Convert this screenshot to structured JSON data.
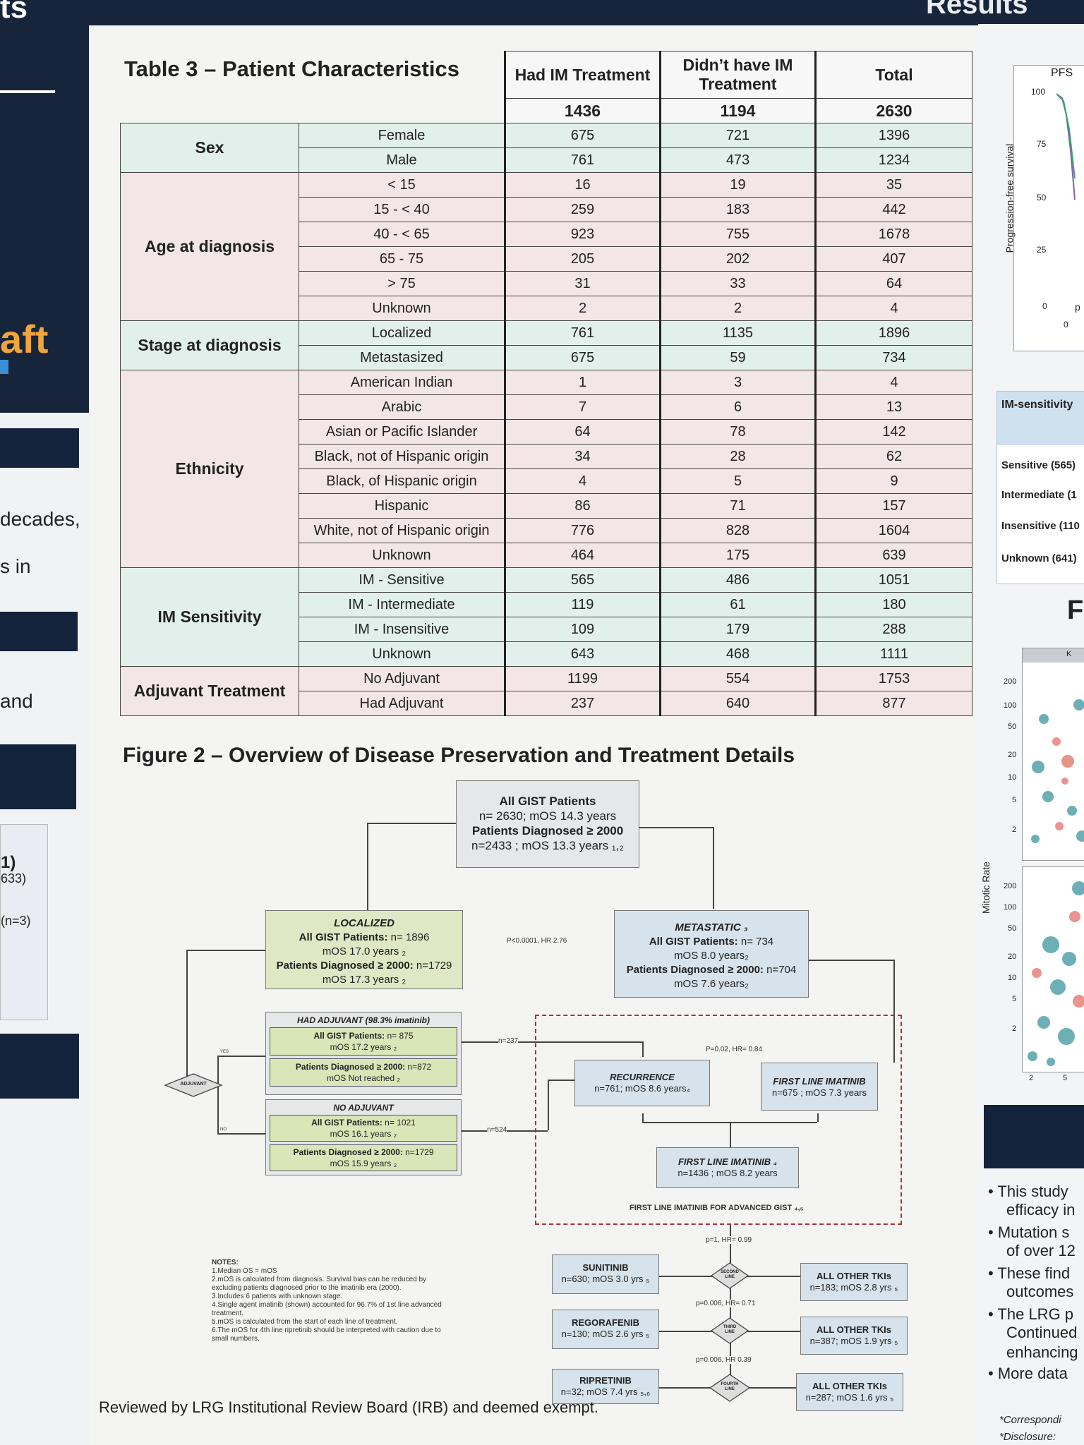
{
  "left": {
    "heading": "ts",
    "accent": "aft",
    "snippets": [
      "decades,",
      "s in",
      "and"
    ],
    "list_bits": [
      "1)",
      "633)",
      "(n=3)"
    ]
  },
  "right": {
    "heading": "Results",
    "pfs_title": "PFS",
    "pfs_ylabel": "Progression-free survival",
    "pfs_yticks": [
      "100",
      "75",
      "50",
      "25",
      "0"
    ],
    "pfs_x0": "0",
    "pfs_p": "p",
    "im_header": "IM-sensitivity",
    "im_rows": [
      "Sensitive (565)",
      "Intermediate (1",
      "Insensitive (110",
      "Unknown (641)"
    ],
    "f_heading": "F",
    "scatter_label": "Mitotic Rate",
    "scatter_ticks_a": [
      "200",
      "100",
      "50",
      "20",
      "10",
      "5",
      "2"
    ],
    "scatter_ticks_b": [
      "200",
      "100",
      "50",
      "20",
      "10",
      "5",
      "2"
    ],
    "scatter_x": [
      "2",
      "5"
    ],
    "scatter_strip": "K",
    "bullets": [
      "This study",
      "efficacy in",
      "Mutation s",
      "of over 12",
      "These find",
      "outcomes",
      "The LRG p",
      "Continued",
      "enhancing",
      "More data"
    ],
    "footnotes": [
      "*Correspondi",
      "*Disclosure:"
    ]
  },
  "table3": {
    "title": "Table 3 – Patient Characteristics",
    "headers": [
      "Had IM Treatment",
      "Didn’t have IM Treatment",
      "Total"
    ],
    "totals": [
      "1436",
      "1194",
      "2630"
    ],
    "groups": [
      {
        "name": "Sex",
        "rows": [
          [
            "Female",
            "675",
            "721",
            "1396"
          ],
          [
            "Male",
            "761",
            "473",
            "1234"
          ]
        ]
      },
      {
        "name": "Age at diagnosis",
        "rows": [
          [
            "< 15",
            "16",
            "19",
            "35"
          ],
          [
            "15 - < 40",
            "259",
            "183",
            "442"
          ],
          [
            "40 - < 65",
            "923",
            "755",
            "1678"
          ],
          [
            "65 - 75",
            "205",
            "202",
            "407"
          ],
          [
            "> 75",
            "31",
            "33",
            "64"
          ],
          [
            "Unknown",
            "2",
            "2",
            "4"
          ]
        ]
      },
      {
        "name": "Stage at diagnosis",
        "rows": [
          [
            "Localized",
            "761",
            "1135",
            "1896"
          ],
          [
            "Metastasized",
            "675",
            "59",
            "734"
          ]
        ]
      },
      {
        "name": "Ethnicity",
        "rows": [
          [
            "American Indian",
            "1",
            "3",
            "4"
          ],
          [
            "Arabic",
            "7",
            "6",
            "13"
          ],
          [
            "Asian or Pacific Islander",
            "64",
            "78",
            "142"
          ],
          [
            "Black, not of Hispanic origin",
            "34",
            "28",
            "62"
          ],
          [
            "Black, of Hispanic origin",
            "4",
            "5",
            "9"
          ],
          [
            "Hispanic",
            "86",
            "71",
            "157"
          ],
          [
            "White, not of Hispanic origin",
            "776",
            "828",
            "1604"
          ],
          [
            "Unknown",
            "464",
            "175",
            "639"
          ]
        ]
      },
      {
        "name": "IM Sensitivity",
        "rows": [
          [
            "IM - Sensitive",
            "565",
            "486",
            "1051"
          ],
          [
            "IM - Intermediate",
            "119",
            "61",
            "180"
          ],
          [
            "IM - Insensitive",
            "109",
            "179",
            "288"
          ],
          [
            "Unknown",
            "643",
            "468",
            "1111"
          ]
        ]
      },
      {
        "name": "Adjuvant Treatment",
        "rows": [
          [
            "No Adjuvant",
            "1199",
            "554",
            "1753"
          ],
          [
            "Had Adjuvant",
            "237",
            "640",
            "877"
          ]
        ]
      }
    ]
  },
  "figure2": {
    "title": "Figure 2 – Overview of Disease Preservation and Treatment Details",
    "all": {
      "l1": "All GIST Patients",
      "l2": "n= 2630; mOS 14.3 years",
      "l3": "Patients Diagnosed ≥ 2000",
      "l4": "n=2433 ; mOS 13.3 years ₁,₂"
    },
    "localized": {
      "t": "LOCALIZED",
      "l1a": "All GIST Patients:",
      "l1b": " n= 1896",
      "l2": "mOS 17.0 years ₂",
      "l3a": "Patients Diagnosed ≥ 2000:",
      "l3b": " n=1729",
      "l4": "mOS 17.3 years ₂"
    },
    "metastatic": {
      "t": "METASTATIC ₃",
      "l1a": "All GIST Patients:",
      "l1b": " n= 734",
      "l2": "mOS 8.0 years₂",
      "l3a": "Patients Diagnosed ≥ 2000:",
      "l3b": " n=704",
      "l4": "mOS 7.6 years₂"
    },
    "pval_main": "P<0.0001, HR 2.76",
    "had_adj": {
      "t": "HAD ADJUVANT  (98.3% imatinib)",
      "a1": "All GIST Patients:",
      "a2": " n= 875",
      "a3": "mOS 17.2 years ₂",
      "b1": "Patients Diagnosed ≥ 2000:",
      "b2": " n=872",
      "b3": "mOS Not reached ₂"
    },
    "no_adj": {
      "t": "NO ADJUVANT",
      "a1": "All GIST Patients:",
      "a2": " n= 1021",
      "a3": "mOS 16.1 years ₂",
      "b1": "Patients Diagnosed ≥ 2000:",
      "b2": " n=1729",
      "b3": "mOS 15.9 years ₂"
    },
    "adjuvant": "ADJUVANT",
    "yes": "YES",
    "no": "NO",
    "n237": "n=237",
    "n524": "n=524",
    "recurrence": {
      "t": "RECURRENCE",
      "l": "n=761; mOS 8.6 years₄"
    },
    "first_line_a": {
      "t": "FIRST LINE IMATINIB",
      "l": "n=675 ; mOS 7.3 years"
    },
    "first_line_b": {
      "t": "FIRST LINE IMATINIB ₄",
      "l": "n=1436 ; mOS 8.2 years"
    },
    "p_rec": "P=0.02, HR= 0.84",
    "adv_label": "FIRST LINE IMATINIB FOR ADVANCED GIST ₄,₅",
    "p1": "p=1, HR= 0.99",
    "p2": "p=0.006, HR= 0.71",
    "p3": "p=0.006, HR 0.39",
    "second": "SECOND LINE",
    "third": "THIRD LINE",
    "fourth": "FOURTH LINE",
    "sunitinib": {
      "t": "SUNITINIB",
      "l": "n=630; mOS 3.0 yrs ₅"
    },
    "regorafenib": {
      "t": "REGORAFENIB",
      "l": "n=130; mOS 2.6 yrs ₅"
    },
    "ripretinib": {
      "t": "RIPRETINIB",
      "l": "n=32; mOS 7.4 yrs ₅,₆"
    },
    "other2": {
      "t": "ALL OTHER TKIs",
      "l": "n=183; mOS 2.8 yrs ₅"
    },
    "other3": {
      "t": "ALL OTHER TKIs",
      "l": "n=387; mOS 1.9 yrs ₅"
    },
    "other4": {
      "t": "ALL OTHER TKIs",
      "l": "n=287; mOS 1.6 yrs ₅"
    },
    "notes_title": "NOTES:",
    "notes": [
      "1.Median OS = mOS",
      "2.mOS is calculated from diagnosis. Survival bias can be reduced by",
      "excluding patients diagnosed prior to the imatinib era (2000).",
      "3.Includes 6 patients with unknown stage.",
      "4.Single agent imatinib (shown) accounted for 96.7% of 1st line advanced",
      "treatment.",
      "5.mOS is calculated from the start of each line of treatment.",
      "6.The mOS for 4th line ripretinib should be interpreted with caution due to",
      "small numbers."
    ]
  },
  "footer": "Reviewed by LRG Institutional Review Board (IRB) and deemed exempt."
}
